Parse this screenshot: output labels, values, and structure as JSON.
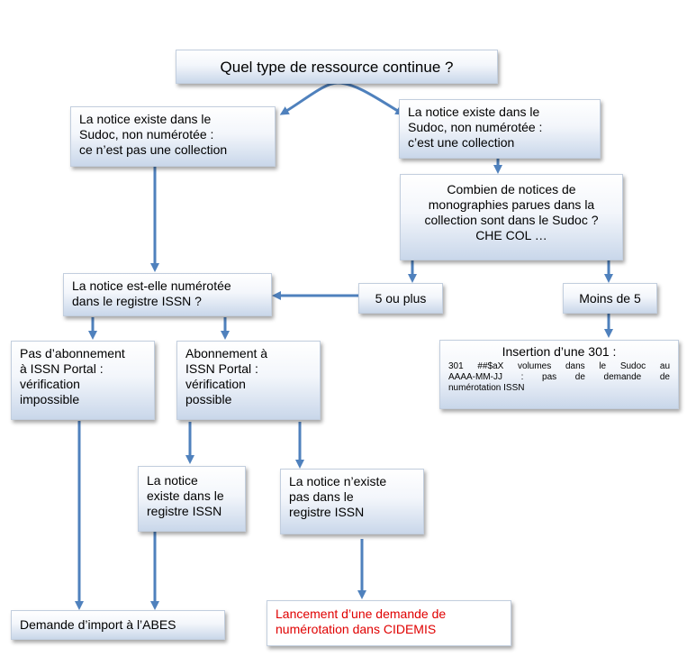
{
  "nodes": {
    "question": "Quel type de ressource continue ?",
    "left_not_numbered": [
      "La notice existe dans le",
      "Sudoc, non numérotée :",
      "ce n’est pas une collection"
    ],
    "right_collection": [
      "La notice existe dans le",
      "Sudoc, non numérotée :",
      "c’est une collection"
    ],
    "count_question": [
      "Combien de notices de",
      "monographies parues dans la",
      "collection sont dans le Sudoc ?",
      "CHE COL …"
    ],
    "issn_question": [
      "La notice est-elle numérotée",
      "dans le registre ISSN ?"
    ],
    "five_or_more": "5 ou plus",
    "less_than_five": "Moins de 5",
    "insertion_title": "Insertion d’une 301 :",
    "insertion_body": [
      "301 ##$aX volumes dans le Sudoc au",
      "AAAA-MM-JJ : pas de demande de",
      "numérotation ISSN"
    ],
    "no_subscription": [
      "Pas d’abonnement",
      "à ISSN Portal :",
      "vérification",
      "impossible"
    ],
    "subscription": [
      "Abonnement  à",
      "ISSN Portal :",
      "vérification",
      "possible"
    ],
    "exists_issn": [
      "La notice",
      "existe dans le",
      "registre ISSN"
    ],
    "not_exists_issn": [
      "La notice n’existe",
      "pas dans le",
      "registre ISSN"
    ],
    "import_request": "Demande d’import à l’ABES",
    "cidemis_request": [
      "Lancement d’une demande de",
      "numérotation dans CIDEMIS"
    ]
  },
  "colors": {
    "arrow": "#4f81bd",
    "highlight_text": "#e00000"
  }
}
